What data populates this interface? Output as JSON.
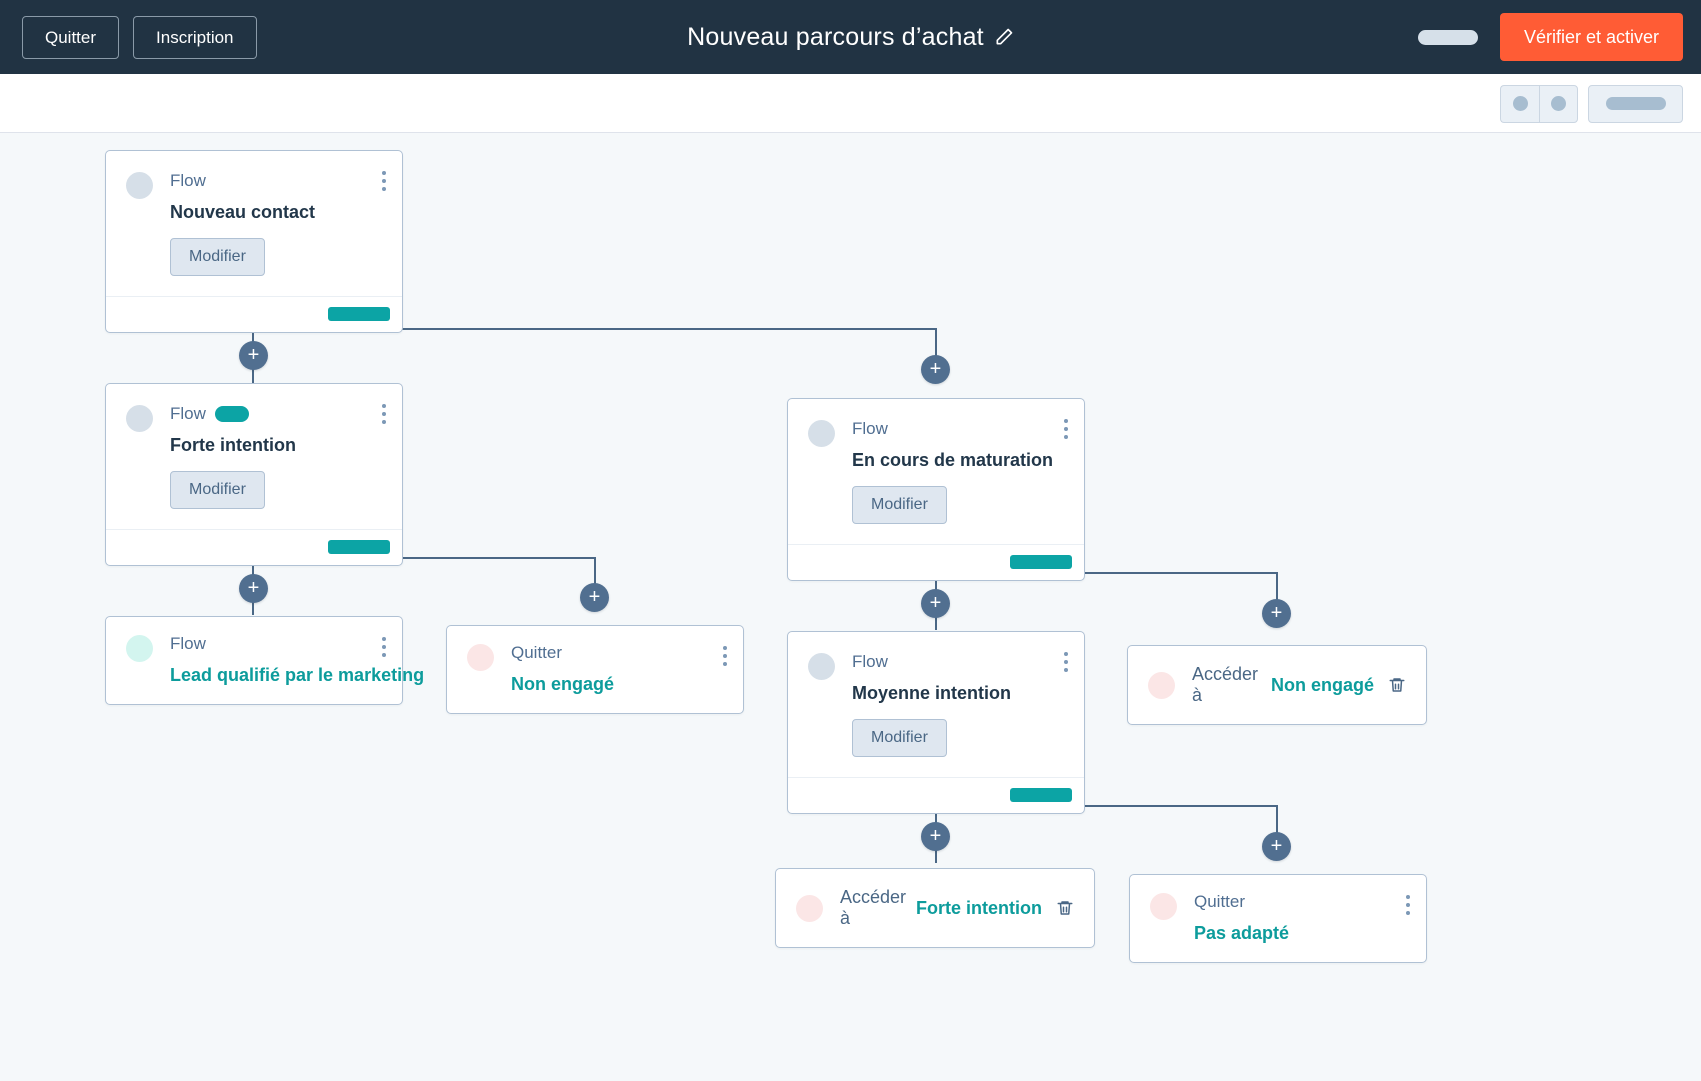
{
  "header": {
    "exit_label": "Quitter",
    "enroll_label": "Inscription",
    "title": "Nouveau parcours d’achat",
    "edit_title_icon": "pencil-icon",
    "redacted_pill": "",
    "cta_label": "Vérifier et activer",
    "background": "#213343",
    "cta_color": "#ff5c35"
  },
  "toolbar": {
    "segment_icons": [
      "circle-icon",
      "circle-icon"
    ],
    "ghost_button_label": ""
  },
  "canvas": {
    "accent_teal": "#0d9c9c",
    "node_border": "#b0c1d4",
    "plus_color": "#516f90",
    "add_label": "+"
  },
  "nodes": [
    {
      "id": "nouveau-contact",
      "kicker": "Flow",
      "title": "Nouveau contact",
      "edit_label": "Modifier",
      "circle": "gray",
      "has_badge": false,
      "has_footer": true,
      "kebab": true
    },
    {
      "id": "forte-intention",
      "kicker": "Flow",
      "title": "Forte intention",
      "edit_label": "Modifier",
      "circle": "gray",
      "has_badge": true,
      "has_footer": true,
      "kebab": true
    },
    {
      "id": "en-cours-de-maturation",
      "kicker": "Flow",
      "title": "En cours de maturation",
      "edit_label": "Modifier",
      "circle": "gray",
      "has_badge": false,
      "has_footer": true,
      "kebab": true
    },
    {
      "id": "moyenne-intention",
      "kicker": "Flow",
      "title": "Moyenne intention",
      "edit_label": "Modifier",
      "circle": "gray",
      "has_badge": false,
      "has_footer": true,
      "kebab": true
    }
  ],
  "leaf_nodes": [
    {
      "id": "lead-qualifie",
      "kicker": "Flow",
      "value": "Lead qualifié par le marketing",
      "circle": "mint",
      "kebab": true
    },
    {
      "id": "quitter-non-engage",
      "kicker": "Quitter",
      "value": "Non engagé",
      "circle": "pink",
      "kebab": true
    },
    {
      "id": "quitter-pas-adapte",
      "kicker": "Quitter",
      "value": "Pas adapté",
      "circle": "pink",
      "kebab": true
    }
  ],
  "goto_nodes": [
    {
      "id": "goto-non-engage",
      "label": "Accéder à",
      "value": "Non engagé",
      "circle": "pink",
      "delete_icon": "trash-icon"
    },
    {
      "id": "goto-forte-intention",
      "label": "Accéder à",
      "value": "Forte intention",
      "circle": "pink",
      "delete_icon": "trash-icon"
    }
  ]
}
